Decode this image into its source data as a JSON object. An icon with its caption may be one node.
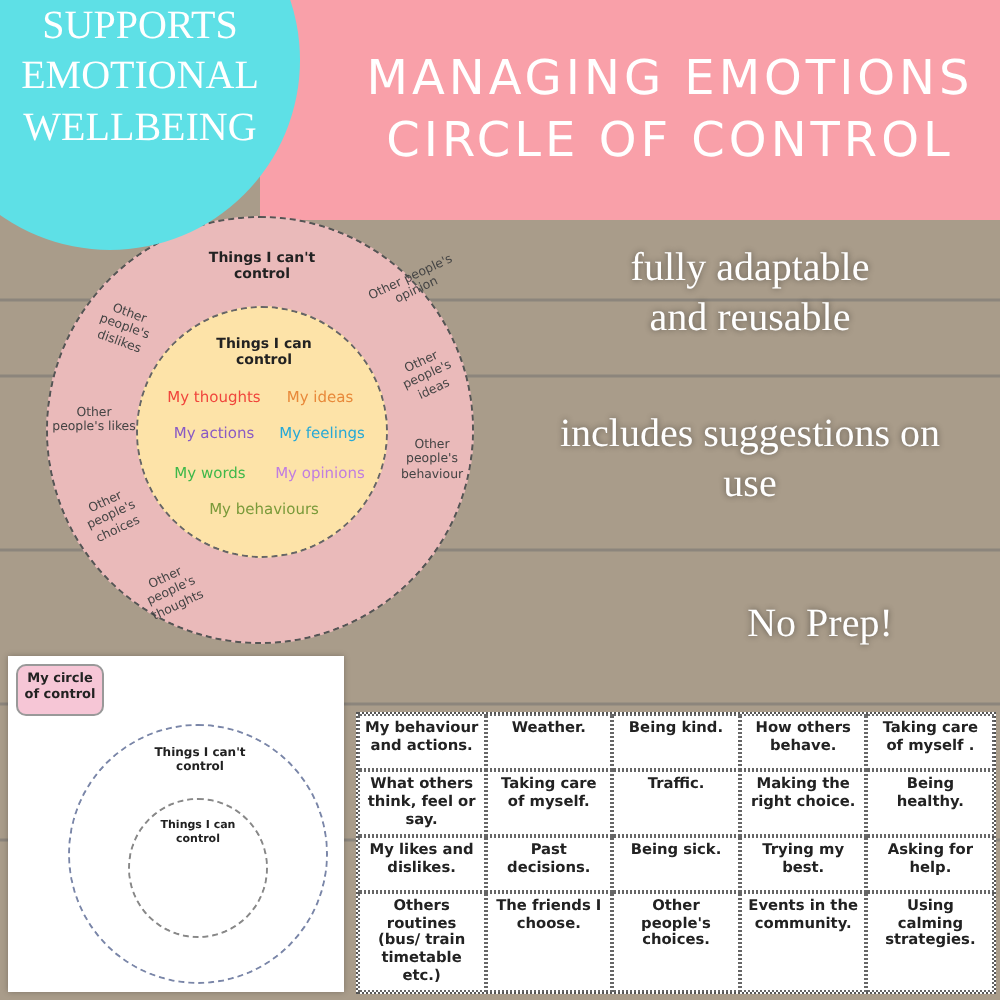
{
  "diagram": {
    "title": "MANAGING EMOTIONS CIRCLE OF CONTROL",
    "nodes": [
      {
        "text": [
          "SUPPORTS EMOTIONAL WELLBEING"
        ]
      },
      {
        "text": [
          "Things I can't control",
          "Other people's opinion",
          "Other people's ideas",
          "Other people's behaviour",
          "Other people's dislikes",
          "Other people's likes",
          "Other people's choices",
          "Other people's thoughts"
        ]
      },
      {
        "text": [
          "Things I can control",
          "My thoughts",
          "My ideas",
          "My actions",
          "My feelings",
          "My words",
          "My opinions",
          "My behaviours"
        ],
        "in": 1
      },
      {
        "text": [],
        "shape": "box"
      },
      {
        "text": [
          "My circle of control"
        ],
        "in": 3
      },
      {
        "text": [
          "Things I can't control"
        ],
        "in": 3
      },
      {
        "text": [
          "Things I can control"
        ],
        "in": 5
      }
    ],
    "labels": [
      "fully adaptable and reusable",
      "includes suggestions on use",
      "No Prep!",
      "My behaviour and actions.",
      "Weather.",
      "Being kind.",
      "How others behave.",
      "Taking care of myself .",
      "What others think, feel or say.",
      "Taking care of myself.",
      "Traffic.",
      "Making the right choice.",
      "Being healthy.",
      "My likes and dislikes.",
      "Past decisions.",
      "Being sick.",
      "Trying my best.",
      "Asking for help.",
      "Others routines (bus/ train timetable etc.)",
      "The friends I choose.",
      "Other people's choices.",
      "Events in the community.",
      "Using calming strategies."
    ]
  }
}
